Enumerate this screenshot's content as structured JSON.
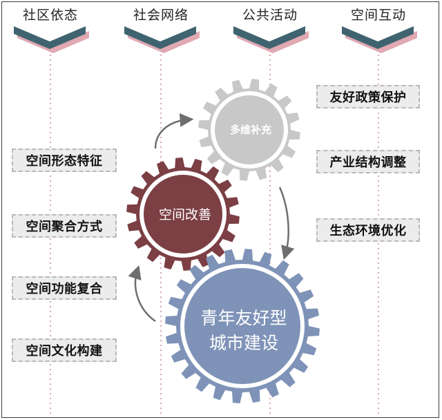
{
  "columns": [
    {
      "title": "社区依态"
    },
    {
      "title": "社会网络"
    },
    {
      "title": "公共活动"
    },
    {
      "title": "空间互动"
    }
  ],
  "left_items": [
    "空间形态特征",
    "空间聚合方式",
    "空间功能复合",
    "空间文化构建"
  ],
  "right_items": [
    "友好政策保护",
    "产业结构调整",
    "生态环境优化"
  ],
  "gears": {
    "top": {
      "label": "多维补充",
      "color": "#c8c8c8"
    },
    "middle": {
      "label": "空间改善",
      "color": "#7b3f44"
    },
    "bottom": {
      "line1": "青年友好型",
      "line2": "城市建设",
      "color": "#7f93b8"
    }
  },
  "colors": {
    "chevron_dark": "#3f6470",
    "chevron_shadow": "#e0a9b2",
    "dotted_line": "#d9a3ae",
    "arrow": "#6e6e6e"
  }
}
